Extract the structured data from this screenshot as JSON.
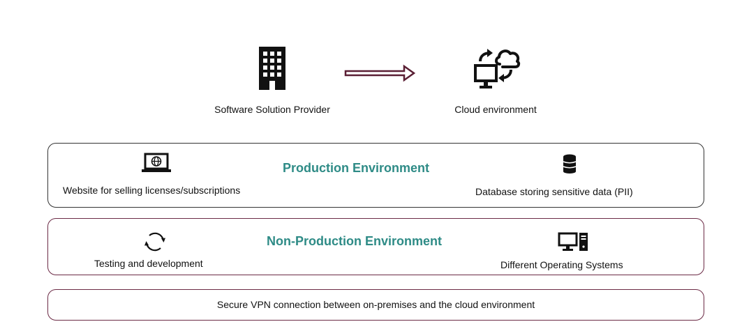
{
  "top": {
    "provider_label": "Software Solution Provider",
    "cloud_label": "Cloud environment"
  },
  "production": {
    "title": "Production Environment",
    "website_label": "Website for selling licenses/subscriptions",
    "database_label": "Database storing sensitive data (PII)"
  },
  "nonproduction": {
    "title": "Non-Production Environment",
    "testing_label": "Testing and development",
    "os_label": "Different Operating Systems"
  },
  "vpn": {
    "label": "Secure VPN connection between on-premises and the cloud environment"
  },
  "icons": {
    "provider": "building-icon",
    "arrow": "arrow-right-icon",
    "cloud": "cloud-computer-sync-icon",
    "website": "laptop-globe-icon",
    "database": "database-icon",
    "testing": "refresh-cycle-icon",
    "os": "desktop-computer-icon"
  },
  "colors": {
    "accent_teal": "#2e8b86",
    "arrow_maroon": "#5a1f34",
    "box_border_dark": "#333333",
    "box_border_maroon": "#6b2a45"
  }
}
